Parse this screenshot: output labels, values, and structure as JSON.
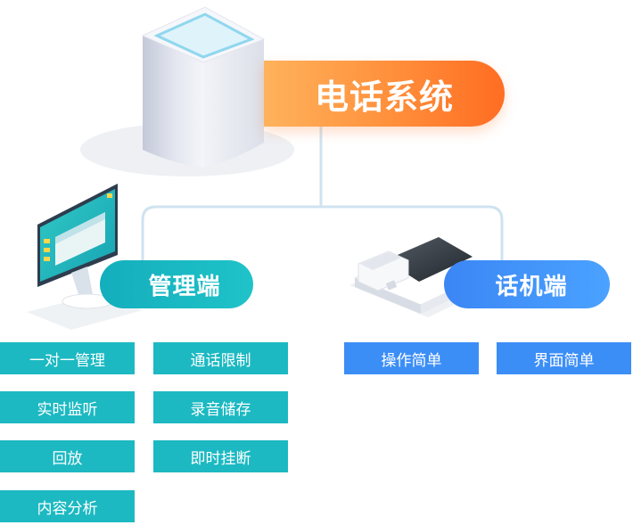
{
  "main_node": {
    "label": "电话系统"
  },
  "branches": [
    {
      "id": "admin",
      "label": "管理端",
      "features": [
        "一对一管理",
        "通话限制",
        "实时监听",
        "录音储存",
        "回放",
        "即时挂断",
        "内容分析"
      ]
    },
    {
      "id": "phone",
      "label": "话机端",
      "features": [
        "操作简单",
        "界面简单"
      ]
    }
  ],
  "colors": {
    "main": "#ff8e3a",
    "admin": "#1cb9c2",
    "phone": "#3c8ef7",
    "connector": "#cfe3f0"
  },
  "icons": [
    "server-icon",
    "monitor-icon",
    "desk-phone-icon"
  ]
}
